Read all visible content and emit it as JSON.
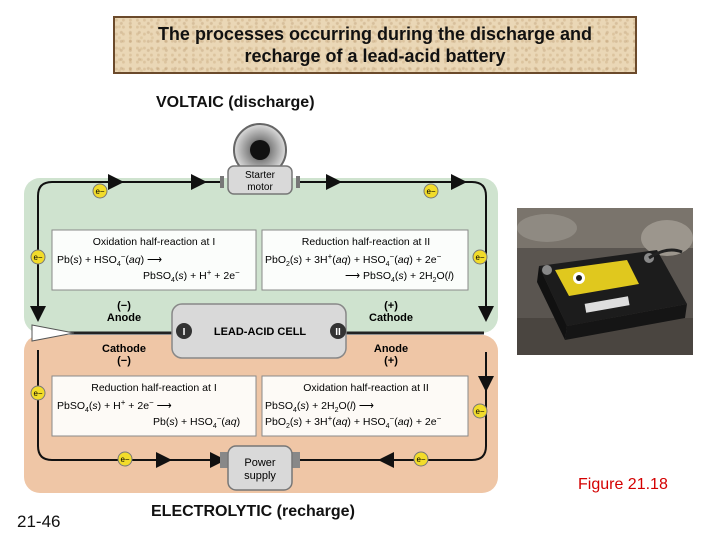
{
  "title": {
    "line1": "The processes occurring during the discharge and",
    "line2": "recharge of a lead-acid battery"
  },
  "labels": {
    "voltaic": "VOLTAIC (discharge)",
    "electrolytic": "ELECTROLYTIC (recharge)",
    "figure": "Figure 21.18",
    "slide_number": "21-46"
  },
  "diagram": {
    "starter_motor": [
      "Starter",
      "motor"
    ],
    "power_supply": [
      "Power",
      "supply"
    ],
    "electron": "e−",
    "cell_label": "LEAD-ACID CELL",
    "electrode_left": "I",
    "electrode_right": "II",
    "voltaic": {
      "anode_sign": "(−)",
      "anode": "Anode",
      "cathode_sign": "(+)",
      "cathode": "Cathode",
      "oxidation_title": "Oxidation half-reaction at I",
      "reduction_title": "Reduction half-reaction at II"
    },
    "electrolytic": {
      "cathode": "Cathode",
      "cathode_sign": "(−)",
      "anode": "Anode",
      "anode_sign": "(+)",
      "reduction_title": "Reduction half-reaction at I",
      "oxidation_title": "Oxidation half-reaction at II"
    }
  },
  "colors": {
    "voltaic_bg": "#cfe3cf",
    "electrolytic_bg": "#efc6a6",
    "title_bg": "#ead7b6",
    "figure_label": "#d40000"
  }
}
